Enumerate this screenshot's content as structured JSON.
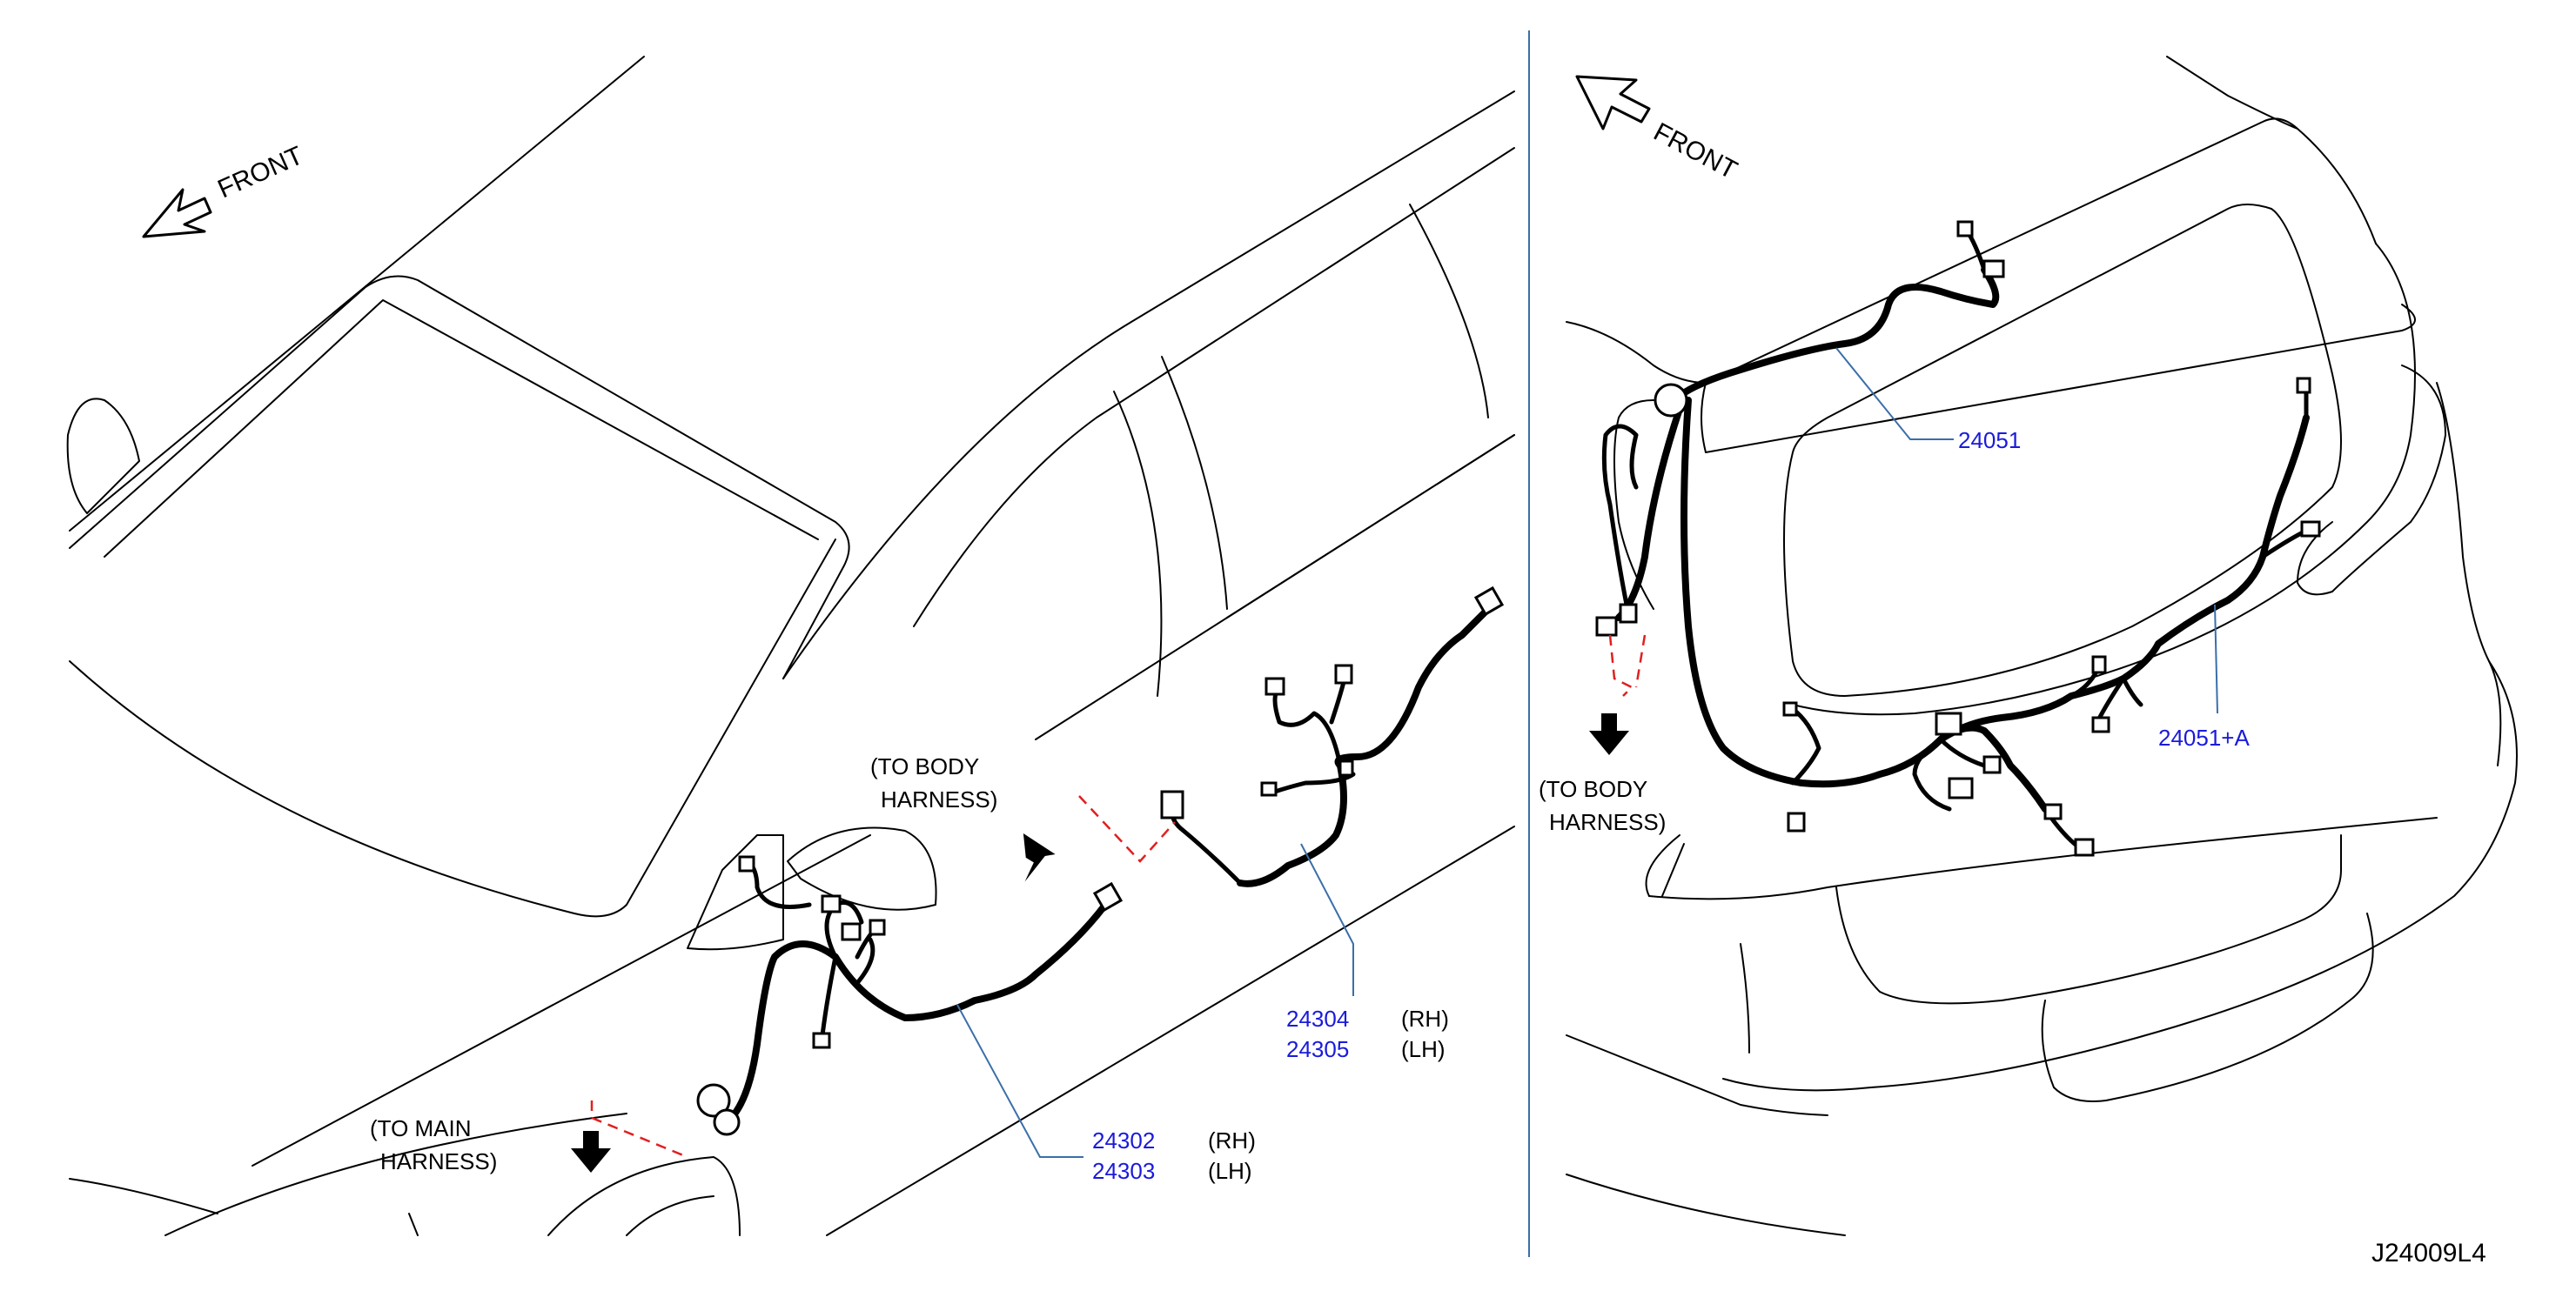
{
  "colors": {
    "part_number": "#1a1adc",
    "leader_line": "#3a6fa8",
    "divider": "#3a6fa8",
    "connection_dash": "#e02020",
    "line": "#000000"
  },
  "icons": {
    "front_arrow": "outlined-arrow-icon",
    "down_arrow": "filled-arrow-icon"
  },
  "left_panel": {
    "front_label": "FRONT",
    "to_body_harness": {
      "line1": "(TO   BODY",
      "line2": "HARNESS)"
    },
    "to_main_harness": {
      "line1": "(TO   MAIN",
      "line2": "HARNESS)"
    },
    "callouts": [
      {
        "part1": "24304",
        "side1": "(RH)",
        "part2": "24305",
        "side2": "(LH)"
      },
      {
        "part1": "24302",
        "side1": "(RH)",
        "part2": "24303",
        "side2": "(LH)"
      }
    ]
  },
  "right_panel": {
    "front_label": "FRONT",
    "to_body_harness": {
      "line1": "(TO   BODY",
      "line2": "HARNESS)"
    },
    "callouts": [
      {
        "part": "24051"
      },
      {
        "part": "24051+A"
      }
    ]
  },
  "figure_id": "J24009L4"
}
